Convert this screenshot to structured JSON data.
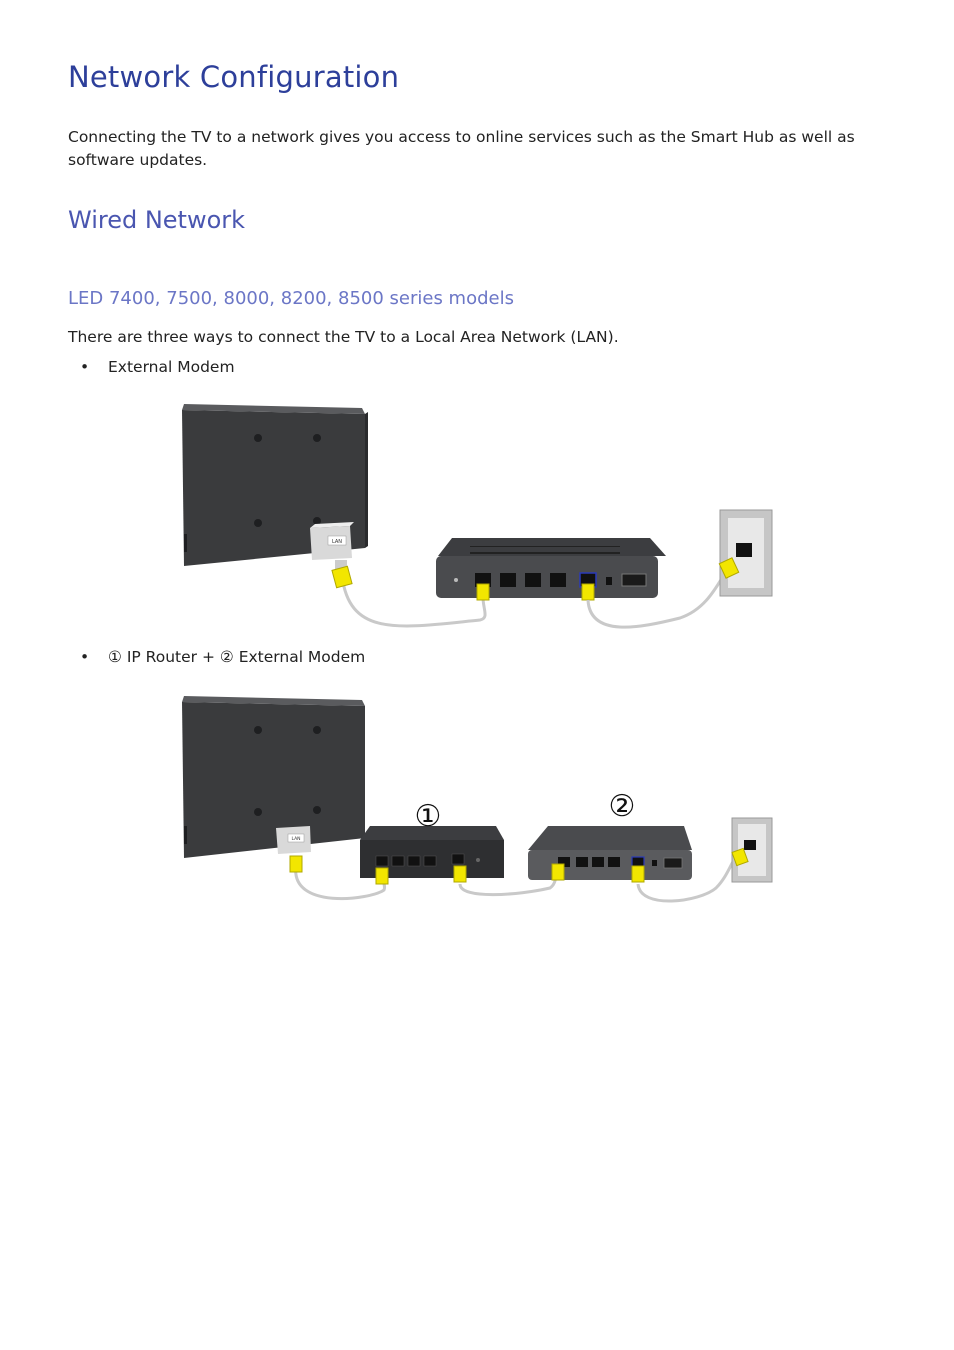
{
  "title": "Network Configuration",
  "intro": "Connecting the TV to a network gives you access to online services such as the Smart Hub as well as software updates.",
  "section": {
    "title": "Wired Network",
    "subtitle": "LED 7400, 7500, 8000, 8200, 8500 series models",
    "body": "There are three ways to connect the TV to a Local Area Network (LAN).",
    "bullets": [
      {
        "marker": "•",
        "text": "External Modem"
      },
      {
        "marker": "•",
        "text": "① IP Router + ② External Modem"
      }
    ]
  },
  "diagrams": {
    "lan_label": "LAN",
    "marker_1": "①",
    "marker_2": "②"
  },
  "colors": {
    "title": "#2d3f9a",
    "section": "#4a56b0",
    "subsection": "#6b76c6",
    "cable_plug": "#f2e600"
  }
}
